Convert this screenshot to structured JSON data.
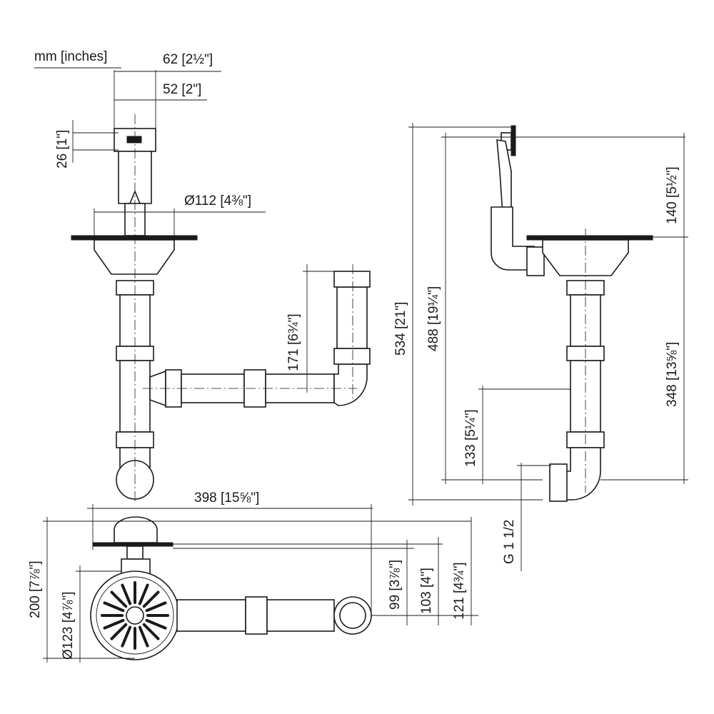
{
  "diagram": {
    "units_label": "mm [inches]",
    "dimensions": {
      "width_62": "62 [2½\"]",
      "width_52": "52 [2\"]",
      "height_26": "26 [1\"]",
      "dia_112": "Ø112 [4⅜\"]",
      "length_398": "398 [15⅝\"]",
      "height_171": "171 [6¾\"]",
      "height_534": "534 [21\"]",
      "height_488": "488 [19¼\"]",
      "height_140": "140 [5½\"]",
      "height_348": "348 [13⅝\"]",
      "height_133": "133 [5¼\"]",
      "thread_g": "G 1 1/2",
      "depth_200": "200 [7⅞\"]",
      "dia_123": "Ø123 [4⅞\"]",
      "depth_99": "99 [3⅞\"]",
      "depth_103": "103 [4\"]",
      "depth_121": "121 [4¾\"]"
    }
  }
}
